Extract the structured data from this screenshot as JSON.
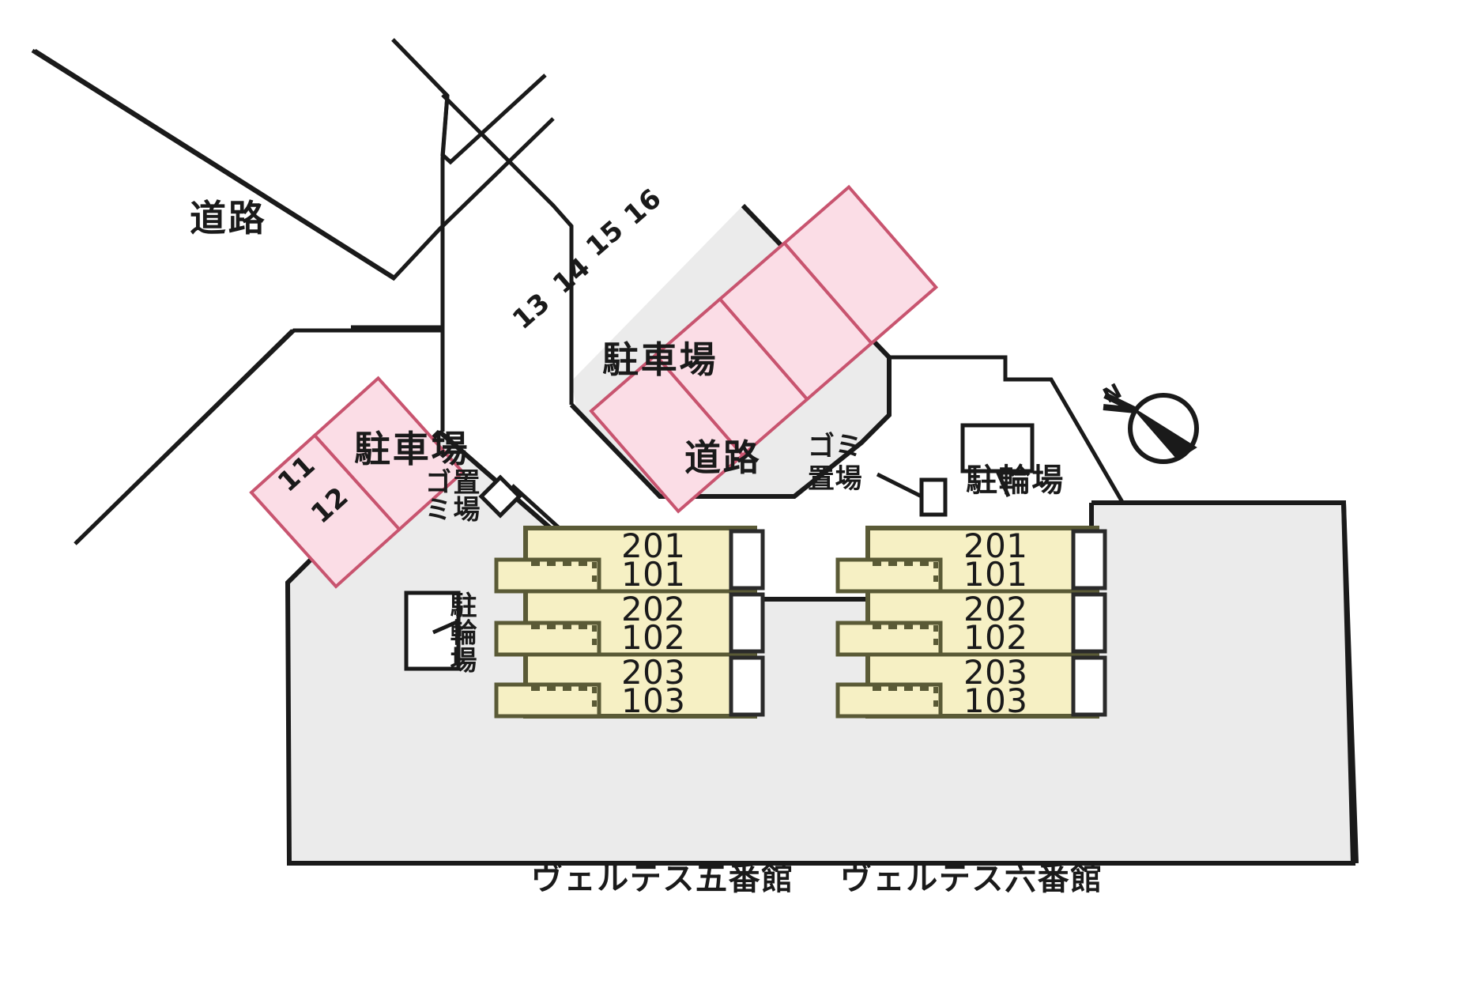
{
  "diagram": {
    "type": "property-site-plan",
    "colors": {
      "parking_stall_fill": "#fbdde6",
      "parking_stall_stroke": "#c8546f",
      "building_fill": "#f6f0c4",
      "building_stroke": "#5a5a36",
      "site_fill": "#ebebeb",
      "line": "#1a1a1a",
      "white": "#ffffff"
    }
  },
  "roads": {
    "label_northwest": "道路",
    "label_center": "道路"
  },
  "parking_areas": {
    "north_label": "駐車場",
    "west_label": "駐車場",
    "stalls_north": [
      "13",
      "14",
      "15",
      "16"
    ],
    "stalls_west": [
      "11",
      "12"
    ]
  },
  "garbage_areas": {
    "west_label": "ゴミ\n置場",
    "east_label": "ゴミ\n置場"
  },
  "bicycle_parking": {
    "west_label": "駐輪場",
    "east_label": "駐輪場"
  },
  "buildings": [
    {
      "name": "ヴェルテス五番館",
      "floors": [
        {
          "upper": "201",
          "lower": "101"
        },
        {
          "upper": "202",
          "lower": "102"
        },
        {
          "upper": "203",
          "lower": "103"
        }
      ]
    },
    {
      "name": "ヴェルテス六番館",
      "floors": [
        {
          "upper": "201",
          "lower": "101"
        },
        {
          "upper": "202",
          "lower": "102"
        },
        {
          "upper": "203",
          "lower": "103"
        }
      ]
    }
  ],
  "compass": {
    "north_letter": "N"
  }
}
